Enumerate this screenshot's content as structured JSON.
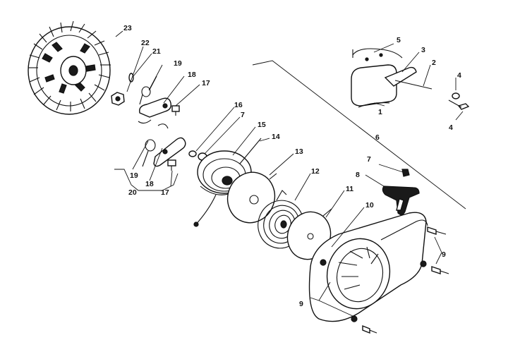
{
  "diagram": {
    "callouts": {
      "c1": "1",
      "c2": "2",
      "c3": "3",
      "c4a": "4",
      "c4b": "4",
      "c5": "5",
      "c6": "6",
      "c7a": "7",
      "c7b": "7",
      "c8": "8",
      "c9a": "9",
      "c9b": "9",
      "c10": "10",
      "c11": "11",
      "c12": "12",
      "c13": "13",
      "c14": "14",
      "c15": "15",
      "c16": "16",
      "c17a": "17",
      "c17b": "17",
      "c18a": "18",
      "c18b": "18",
      "c19a": "19",
      "c19b": "19",
      "c20": "20",
      "c21": "21",
      "c22": "22",
      "c23": "23"
    },
    "parts": [
      "flywheel",
      "flywheel-nut",
      "pawl-spring-retainer",
      "pawl-spring",
      "starter-pawl",
      "shoulder-screw",
      "washer",
      "clip",
      "pulley",
      "starter-rope",
      "spring-shield",
      "rewind-spring",
      "spring-plate",
      "starter-housing",
      "housing-screw",
      "starter-handle",
      "rope-insert",
      "ignition-module",
      "module-screw",
      "module-washer"
    ]
  }
}
